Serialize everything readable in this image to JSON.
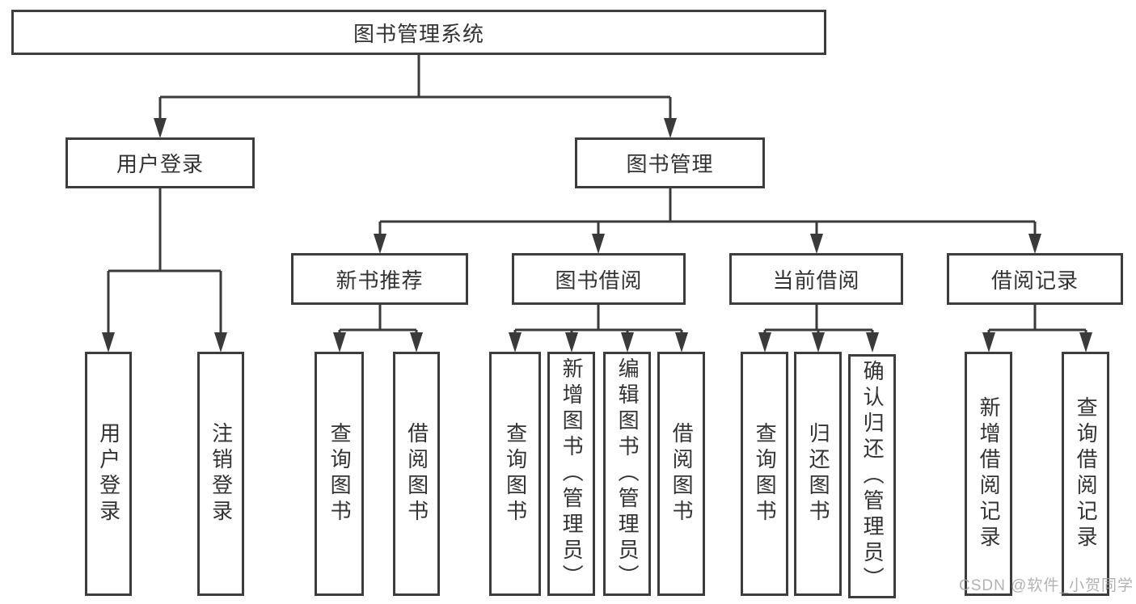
{
  "colors": {
    "line": "#3a3a3a",
    "box_border": "#3d3d3d",
    "text": "#333333",
    "background": "#ffffff",
    "watermark": "#a5a5a5"
  },
  "watermark": {
    "text": "CSDN @软件_小贺同学"
  },
  "tree": {
    "label": "图书管理系统",
    "children": [
      {
        "label": "用户登录",
        "children": [
          {
            "label": "用户登录"
          },
          {
            "label": "注销登录"
          }
        ]
      },
      {
        "label": "图书管理",
        "children": [
          {
            "label": "新书推荐",
            "children": [
              {
                "label": "查询图书"
              },
              {
                "label": "借阅图书"
              }
            ]
          },
          {
            "label": "图书借阅",
            "children": [
              {
                "label": "查询图书"
              },
              {
                "label": "新增图书（管理员）"
              },
              {
                "label": "编辑图书（管理员）"
              },
              {
                "label": "借阅图书"
              }
            ]
          },
          {
            "label": "当前借阅",
            "children": [
              {
                "label": "查询图书"
              },
              {
                "label": "归还图书"
              },
              {
                "label": "确认归还（管理员）"
              }
            ]
          },
          {
            "label": "借阅记录",
            "children": [
              {
                "label": "新增借阅记录"
              },
              {
                "label": "查询借阅记录"
              }
            ]
          }
        ]
      }
    ]
  }
}
